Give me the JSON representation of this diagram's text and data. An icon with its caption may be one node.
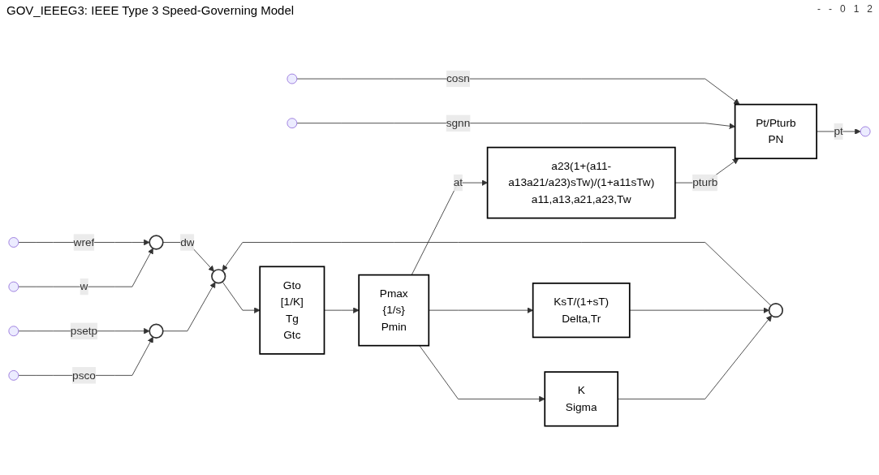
{
  "diagram": {
    "title": "GOV_IEEEG3: IEEE Type 3 Speed-Governing Model",
    "nodes": [
      {
        "text": [],
        "shape": "circle"
      },
      {
        "text": [],
        "shape": "circle"
      },
      {
        "text": [],
        "shape": "circle"
      },
      {
        "text": [
          "Gto",
          "[1/K]",
          "Tg",
          "Gtc"
        ]
      },
      {
        "text": [
          "Pmax",
          "{1/s}",
          "Pmin"
        ]
      },
      {
        "text": [
          "a23(1+(a11-a13a21/a23)sTw)/(1+a11sTw)",
          "a11,a13,a21,a23,Tw"
        ]
      },
      {
        "text": [
          "Pt/Pturb",
          "PN"
        ]
      },
      {
        "text": [],
        "shape": "circle"
      },
      {
        "text": [
          "K",
          "Sigma"
        ]
      },
      {
        "text": [
          "KsT/(1+sT)",
          "Delta,Tr"
        ]
      }
    ],
    "edges": [
      {
        "from": null,
        "to": 0,
        "arrow": "to",
        "label": "psco"
      },
      {
        "from": null,
        "to": 0,
        "arrow": "to",
        "label": "psetp"
      },
      {
        "from": null,
        "to": 1,
        "arrow": "to",
        "label": "w"
      },
      {
        "from": null,
        "to": 1,
        "arrow": "to",
        "label": "wref"
      },
      {
        "from": 0,
        "to": 2,
        "arrow": "to"
      },
      {
        "from": 1,
        "to": 2,
        "arrow": "to",
        "label": "dw"
      },
      {
        "from": 7,
        "to": 2,
        "arrow": "to"
      },
      {
        "from": 2,
        "to": 3,
        "arrow": "to"
      },
      {
        "from": 3,
        "to": 4,
        "arrow": "to"
      },
      {
        "from": 4,
        "to": 5,
        "arrow": "to",
        "label": "at"
      },
      {
        "from": 4,
        "to": 8,
        "arrow": "to"
      },
      {
        "from": 4,
        "to": 9,
        "arrow": "to"
      },
      {
        "from": 5,
        "to": 6,
        "arrow": "to",
        "label": "pturb"
      },
      {
        "from": null,
        "to": 6,
        "arrow": "to",
        "label": "sgnn"
      },
      {
        "from": null,
        "to": 6,
        "arrow": "to",
        "label": "cosn"
      },
      {
        "from": 6,
        "to": null,
        "arrow": "to",
        "label": "pt"
      },
      {
        "from": 8,
        "to": 7,
        "arrow": "to"
      },
      {
        "from": 9,
        "to": 7,
        "arrow": "to"
      }
    ],
    "labels": [
      "-",
      "-",
      "0",
      "1",
      "2"
    ]
  }
}
